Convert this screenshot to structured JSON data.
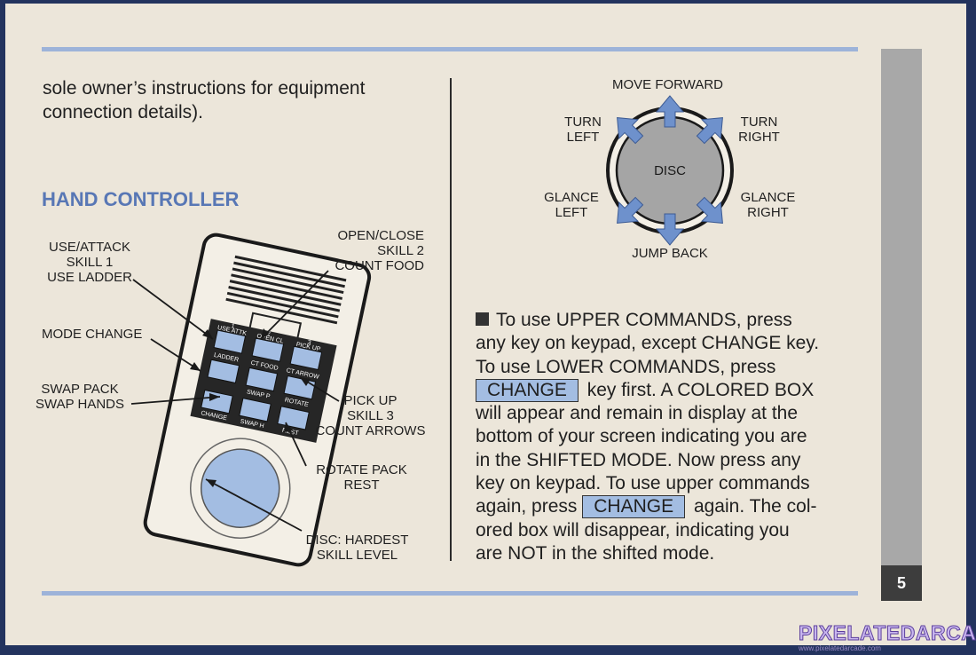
{
  "page_number": "5",
  "intro_lines": [
    "sole owner’s instructions for equipment",
    "connection details)."
  ],
  "heading": "HAND CONTROLLER",
  "controller_labels": {
    "use_attack": [
      "USE/ATTACK",
      "SKILL 1",
      "USE LADDER"
    ],
    "mode_change": "MODE CHANGE",
    "swap": [
      "SWAP PACK",
      "SWAP HANDS"
    ],
    "open_close": [
      "OPEN/CLOSE",
      "SKILL 2",
      "COUNT FOOD"
    ],
    "pick_up": [
      "PICK UP",
      "SKILL 3",
      "COUNT ARROWS"
    ],
    "rotate": [
      "ROTATE PACK",
      "REST"
    ],
    "disc": [
      "DISC: HARDEST",
      "SKILL LEVEL"
    ]
  },
  "overlay_keys": {
    "r1k1": "USE ATTK",
    "r1k2": "OPEN CL",
    "r1k3": "PICK UP",
    "r2k1": "LADDER",
    "r2k2": "CT FOOD",
    "r2k3": "CT ARROW",
    "r3k1": "CHANGE",
    "r3k2": "SWAP H",
    "r3k3": "REST",
    "r2k2b": "SWAP P",
    "r2k3b": "ROTATE",
    "n1": "1",
    "n2": "2",
    "n3": "3"
  },
  "disc_diagram": {
    "center": "DISC",
    "move_forward": "MOVE FORWARD",
    "jump_back": "JUMP BACK",
    "turn_left": [
      "TURN",
      "LEFT"
    ],
    "turn_right": [
      "TURN",
      "RIGHT"
    ],
    "glance_left": [
      "GLANCE",
      "LEFT"
    ],
    "glance_right": [
      "GLANCE",
      "RIGHT"
    ]
  },
  "body": {
    "l1": "To use UPPER COMMANDS, press",
    "l2": "any key on keypad, except CHANGE key.",
    "l3": "To use LOWER COMMANDS, press",
    "key": "CHANGE",
    "l4_after": "key first. A COLORED BOX",
    "l5": "will appear and remain in display at the",
    "l6": "bottom of your screen indicating you are",
    "l7": "in the SHIFTED MODE. Now press any",
    "l8": "key on keypad. To use upper commands",
    "l9_before": "again, press",
    "l9_after": "again. The col-",
    "l10": "ored box will disappear, indicating you",
    "l11": "are NOT in the shifted mode."
  },
  "watermark": "PIXELATEDARCADE",
  "watermark_url": "www.pixelatedarcade.com",
  "colors": {
    "accent_blue": "#5877b5",
    "rule_blue": "#9db3d9",
    "key_blue": "#a3bde2"
  }
}
